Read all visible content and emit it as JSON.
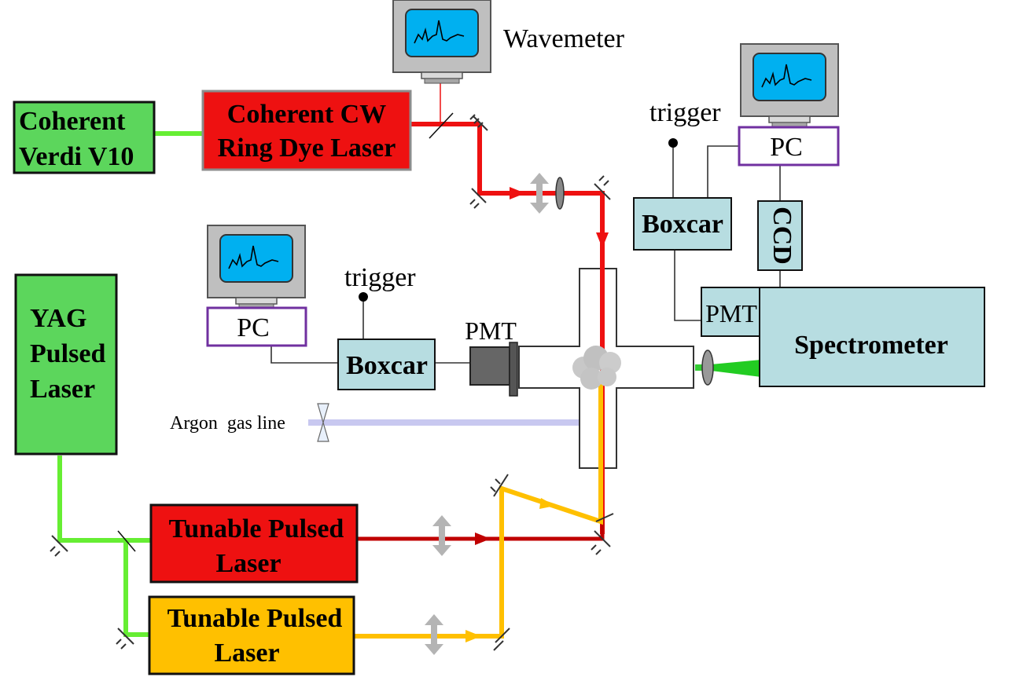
{
  "colors": {
    "green_box": "#5cd65c",
    "red_box": "#ee1111",
    "orange_box": "#ffc000",
    "instrument_box": "#b7dde1",
    "pc_border": "#7030a0",
    "cw_beam": "#ee1111",
    "pulsed_red_beam": "#c00000",
    "pulsed_yellow_beam": "#ffc000",
    "pump_beam": "#66ee33",
    "argon_line": "#c8c8f0",
    "monitor_screen": "#00b0f0",
    "monitor_body": "#bfbfbf"
  },
  "sources": {
    "verdi": {
      "line1": "Coherent",
      "line2": "Verdi V10"
    },
    "ring_dye": {
      "line1": "Coherent CW",
      "line2": "Ring Dye Laser"
    },
    "yag": {
      "line1": "YAG",
      "line2": "Pulsed",
      "line3": "Laser"
    },
    "tunable_red": {
      "line1": "Tunable Pulsed",
      "line2": "Laser"
    },
    "tunable_orange": {
      "line1": "Tunable Pulsed",
      "line2": "Laser"
    }
  },
  "instruments": {
    "wavemeter": "Wavemeter",
    "spectrometer": "Spectrometer",
    "ccd": "CCD",
    "boxcar_left": "Boxcar",
    "boxcar_right": "Boxcar",
    "pmt_left": "PMT",
    "pmt_right": "PMT",
    "pc_left": "PC",
    "pc_right": "PC",
    "trigger_left": "trigger",
    "trigger_right": "trigger",
    "argon": "Argon  gas line"
  },
  "icons": [
    "monitor-icon",
    "mirror-icon",
    "lens-icon",
    "beam-splitter-icon",
    "translation-stage-icon",
    "valve-icon",
    "plasma-cloud-icon"
  ]
}
